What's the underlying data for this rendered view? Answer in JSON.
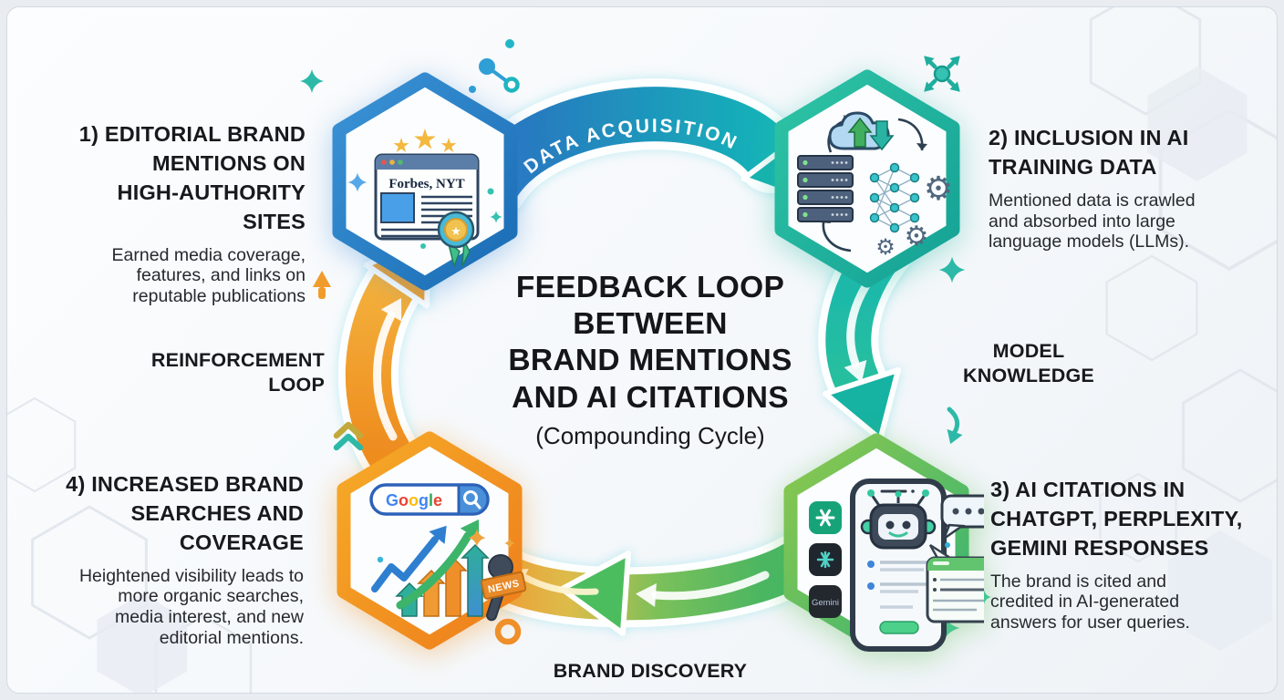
{
  "title": {
    "lines": [
      "FEEDBACK LOOP",
      "BETWEEN",
      "BRAND MENTIONS",
      "AND AI CITATIONS"
    ],
    "subtitle": "(Compounding Cycle)"
  },
  "arrow_labels": {
    "top": "DATA ACQUISITION",
    "right": [
      "MODEL",
      "KNOWLEDGE"
    ],
    "bottom": "BRAND DISCOVERY",
    "left": [
      "REINFORCEMENT",
      "LOOP"
    ]
  },
  "steps": [
    {
      "heading": [
        "1) EDITORIAL BRAND",
        "MENTIONS ON",
        "HIGH-AUTHORITY SITES"
      ],
      "body": [
        "Earned media coverage,",
        "features, and links on",
        "reputable publications"
      ]
    },
    {
      "heading": [
        "2) INCLUSION IN AI",
        "TRAINING DATA"
      ],
      "body": [
        "Mentioned data is crawled",
        "and absorbed into large",
        "language models (LLMs)."
      ]
    },
    {
      "heading": [
        "3) AI CITATIONS IN",
        "CHATGPT, PERPLEXITY,",
        "GEMINI RESPONSES"
      ],
      "body": [
        "The brand is cited and",
        "credited in AI-generated",
        "answers for user queries."
      ]
    },
    {
      "heading": [
        "4) INCREASED BRAND",
        "SEARCHES AND",
        "COVERAGE"
      ],
      "body": [
        "Heightened visibility leads to",
        "more organic searches,",
        "media interest, and new",
        "editorial mentions."
      ]
    }
  ],
  "hexagons": {
    "editorial": {
      "publication_text": "Forbes, NYT"
    },
    "citations": {
      "gemini_label": "Gemini"
    },
    "searches": {
      "google_letters": [
        "G",
        "o",
        "o",
        "g",
        "l",
        "e"
      ],
      "google_colors": [
        "#4285F4",
        "#EA4335",
        "#FBBC05",
        "#4285F4",
        "#34A853",
        "#EA4335"
      ],
      "news_label": "NEWS"
    }
  },
  "colors": {
    "accent_blue": "#2b77c2",
    "accent_teal": "#1fb5ae",
    "accent_green": "#4cbd5f",
    "accent_orange": "#f09a33",
    "halo_cyan": "#aee7ee",
    "text_dark": "#17191c"
  }
}
